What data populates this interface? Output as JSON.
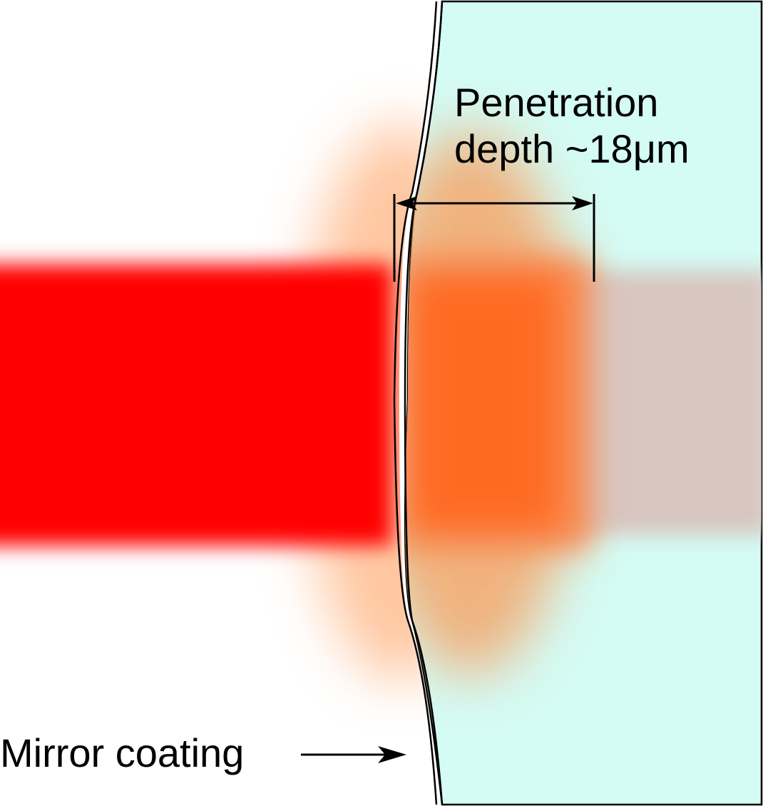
{
  "labels": {
    "penetration_line1": "Penetration",
    "penetration_line2": "depth ~18μm",
    "mirror_coating": "Mirror coating"
  },
  "colors": {
    "substrate": "#d4fbf4",
    "laser": "#ff0000",
    "penetrating_light": "#ff6a20",
    "attenuated_light": "#d8c6c0",
    "outline": "#000000"
  }
}
